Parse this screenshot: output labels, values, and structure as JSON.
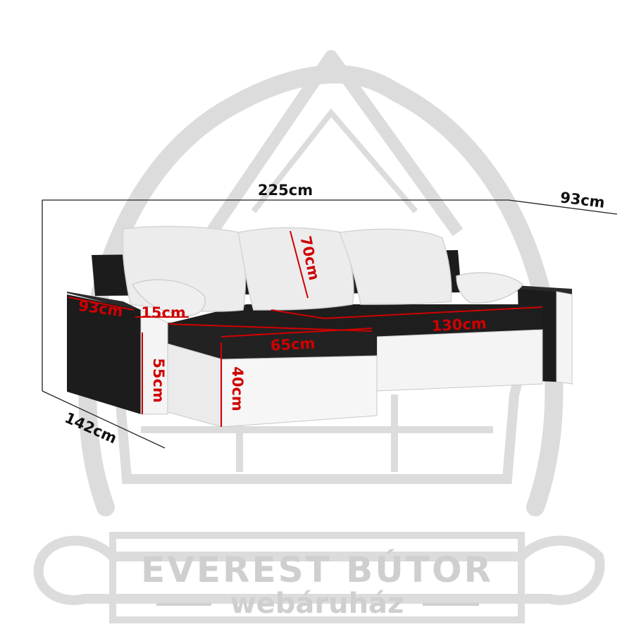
{
  "watermark": {
    "brand": "EVEREST BÚTOR",
    "subtitle": "webáruház",
    "color": "#cfcfcf"
  },
  "colors": {
    "fabric_dark": "#1c1c1c",
    "fabric_white": "#f4f4f4",
    "cushion": "#ececec",
    "dimension_red": "#d00000",
    "dimension_black": "#111111"
  },
  "dimensions": {
    "overall_width": "225cm",
    "overall_depth": "93cm",
    "chaise_length": "142cm",
    "armrest_depth": "93cm",
    "armrest_width": "15cm",
    "back_height": "70cm",
    "seat_width": "130cm",
    "chaise_width": "65cm",
    "total_height": "55cm",
    "seat_height": "40cm"
  }
}
